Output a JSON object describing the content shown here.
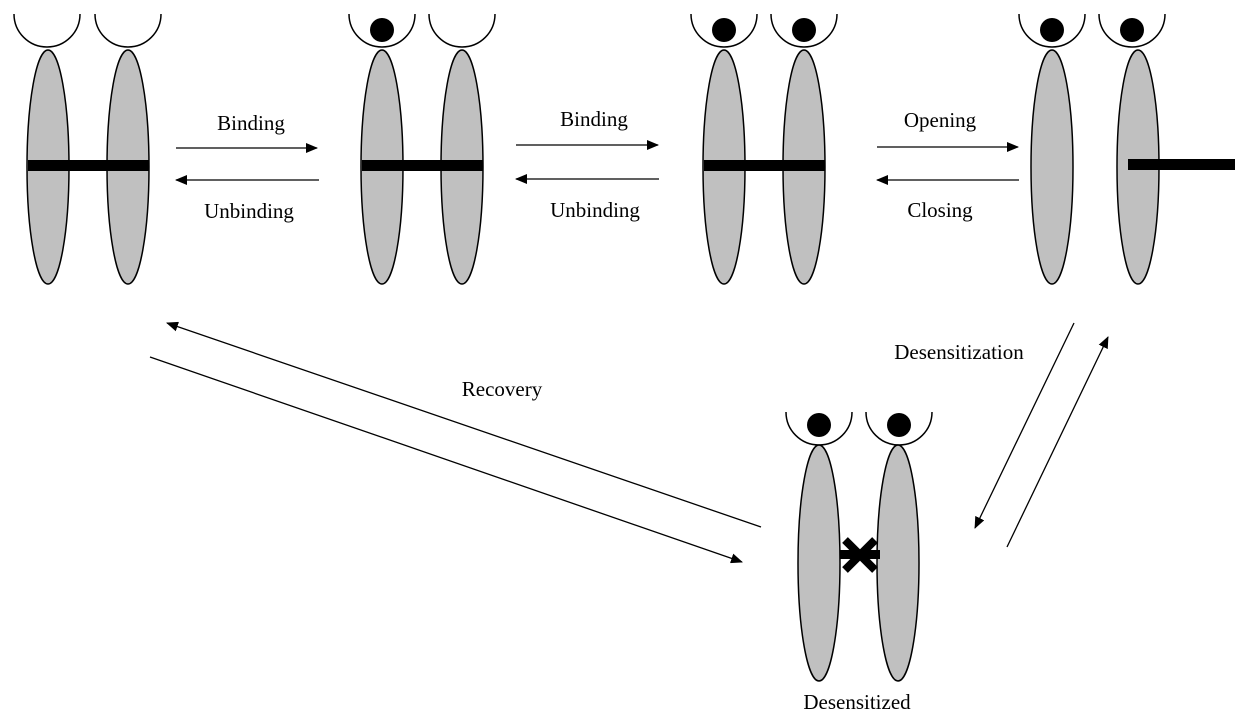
{
  "labels": {
    "binding_1": "Binding",
    "unbinding_1": "Unbinding",
    "binding_2": "Binding",
    "unbinding_2": "Unbinding",
    "opening": "Opening",
    "closing": "Closing",
    "desensitization": "Desensitization",
    "recovery": "Recovery",
    "desensitized": "Desensitized"
  },
  "states": [
    {
      "id": "unbound",
      "ligands_bound": 0,
      "channel": "closed"
    },
    {
      "id": "single-bound",
      "ligands_bound": 1,
      "channel": "closed"
    },
    {
      "id": "double-bound",
      "ligands_bound": 2,
      "channel": "closed"
    },
    {
      "id": "open",
      "ligands_bound": 2,
      "channel": "open"
    },
    {
      "id": "desensitized",
      "ligands_bound": 2,
      "channel": "desensitized"
    }
  ],
  "colors": {
    "subunit_fill": "#c0c0c0",
    "stroke": "#000000",
    "ligand": "#000000",
    "background": "#ffffff"
  }
}
